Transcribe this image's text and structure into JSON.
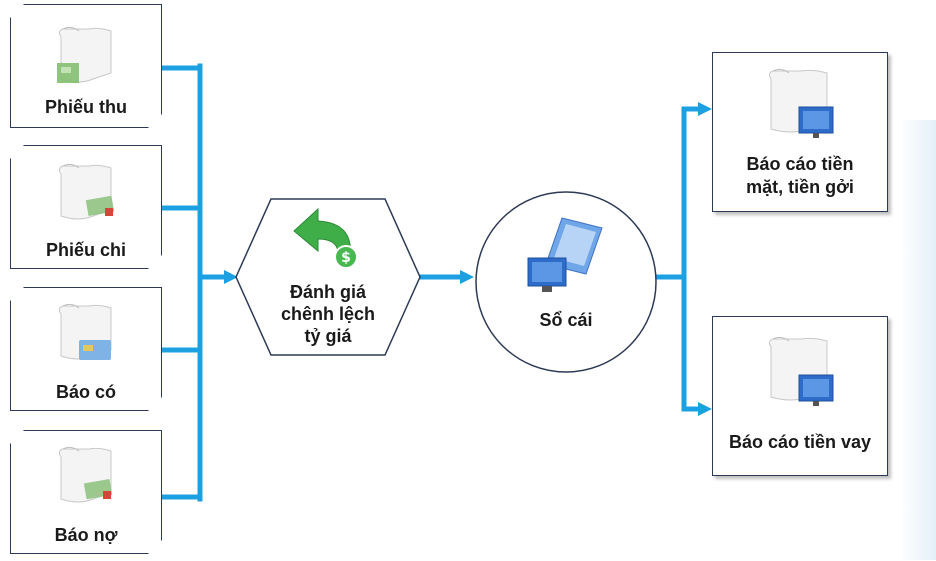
{
  "inputs": [
    {
      "label": "Phiếu thu",
      "icon": "receipt-scroll-icon"
    },
    {
      "label": "Phiếu chi",
      "icon": "payment-scroll-icon"
    },
    {
      "label": "Báo có",
      "icon": "credit-note-scroll-icon"
    },
    {
      "label": "Báo nợ",
      "icon": "debit-note-scroll-icon"
    }
  ],
  "process": {
    "label_lines": [
      "Đánh giá",
      "chênh lệch",
      "tỷ giá"
    ],
    "icon": "exchange-arrow-icon"
  },
  "ledger": {
    "label": "Sổ cái",
    "icon": "monitor-icon"
  },
  "outputs": [
    {
      "label_lines": [
        "Báo cáo tiền",
        "mặt, tiền gởi"
      ],
      "icon": "report-monitor-icon"
    },
    {
      "label_lines": [
        "Báo cáo tiền vay"
      ],
      "icon": "report-monitor-icon"
    }
  ],
  "colors": {
    "connector": "#1ba1e2",
    "border": "#2d3a55",
    "accent_green": "#3fae49"
  }
}
